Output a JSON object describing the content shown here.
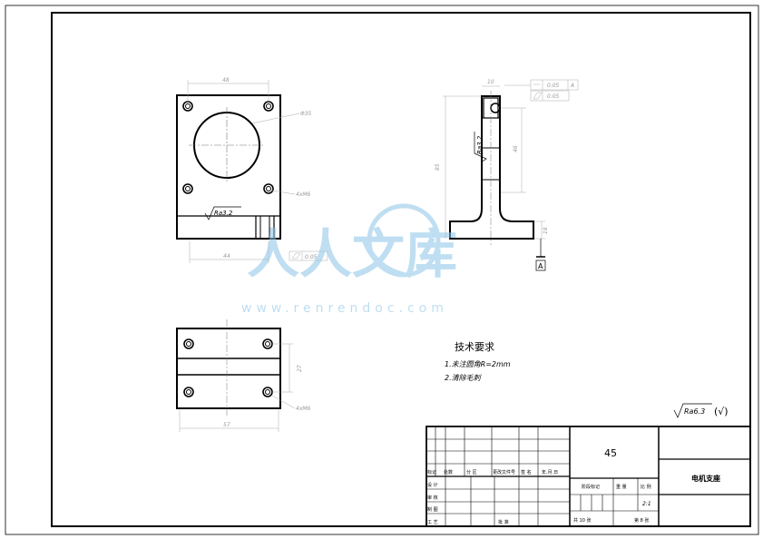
{
  "dimensions": {
    "front_width": "48",
    "hole_diameter": "Φ35",
    "front_bottom_width": "44",
    "thread_front": "4xM6",
    "roughness_front": "Ra3.2",
    "side_top_width": "10",
    "side_height_total": "85",
    "side_height_mid": "46",
    "side_base_height": "18",
    "side_roughness": "Ra3.2",
    "top_height": "27",
    "top_width": "57",
    "thread_top": "4xM6",
    "tol_box_1": "0.05",
    "tol_datum_1": "A",
    "tol_box_2": "0.05",
    "tol_box_3": "0.05",
    "datum_label": "A"
  },
  "requirements": {
    "title": "技术要求",
    "line1": "1.未注圆角R=2mm",
    "line2": "2.清除毛刺"
  },
  "roughness_general": "Ra6.3",
  "roughness_paren": "(√)",
  "watermark": {
    "text": "人人文库",
    "url": "www.renrendoc.com"
  },
  "title_block": {
    "material": "45",
    "part_name": "电机支座",
    "h_biaoji": "标记",
    "h_chushu": "处数",
    "h_fenqu": "分 区",
    "h_wenjian": "更改文件号",
    "h_qianming": "签 名",
    "h_riqi": "年.月.日",
    "r_sheji": "设 计",
    "r_shenhe": "审 核",
    "r_zhitu": "制 图",
    "r_gongyi": "工 艺",
    "r_pizhun": "批 准",
    "stage_label": "阶段标记",
    "weight_label": "重 量",
    "scale_label": "比 例",
    "scale_value": "2:1",
    "total_sheets": "共 10 张",
    "sheet_no": "第 8 张"
  }
}
